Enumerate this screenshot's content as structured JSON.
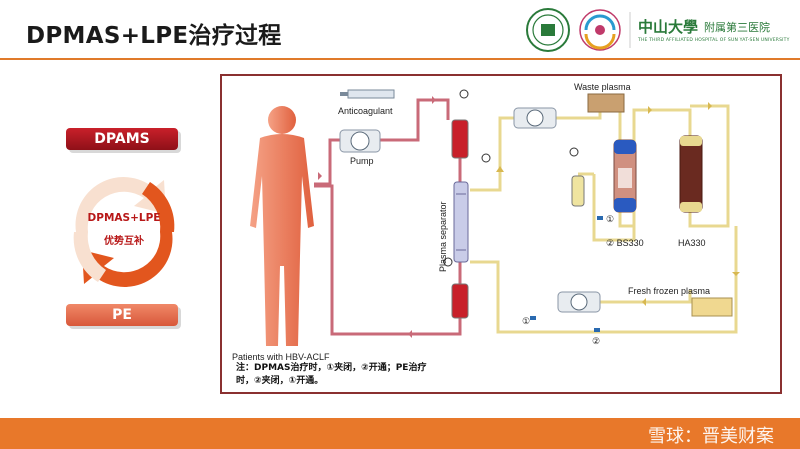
{
  "slide": {
    "title": "DPMAS+LPE治疗过程"
  },
  "header": {
    "university_cn": "中山大學",
    "hospital_cn": "附属第三医院",
    "hospital_en": "THE THIRD AFFILIATED HOSPITAL OF SUN YAT-SEN UNIVERSITY"
  },
  "left_panel": {
    "top_label": "DPAMS",
    "bottom_label": "PE",
    "center_line1": "DPMAS+LPE",
    "center_line2": "优势互补"
  },
  "diagram": {
    "anticoagulant": "Anticoagulant",
    "pump": "Pump",
    "plasma_separator": "Plasma separator",
    "waste_plasma": "Waste plasma",
    "bs330": "② BS330",
    "ha330": "HA330",
    "fresh_frozen_plasma": "Fresh frozen plasma",
    "patient": "Patients with HBV-ACLF",
    "marker_1": "①",
    "marker_2": "②",
    "note": "注：DPMAS治疗时，①夹闭，②开通；PE治疗时，②夹闭，①开通。"
  },
  "footer": {
    "watermark": "雪球：晋美财案"
  },
  "colors": {
    "accent_orange": "#e8782a",
    "dark_red": "#8e1018",
    "salmon": "#f08868",
    "tube_red": "#c96a78",
    "tube_yellow": "#e8d890",
    "green_logo": "#2a7a3a"
  }
}
